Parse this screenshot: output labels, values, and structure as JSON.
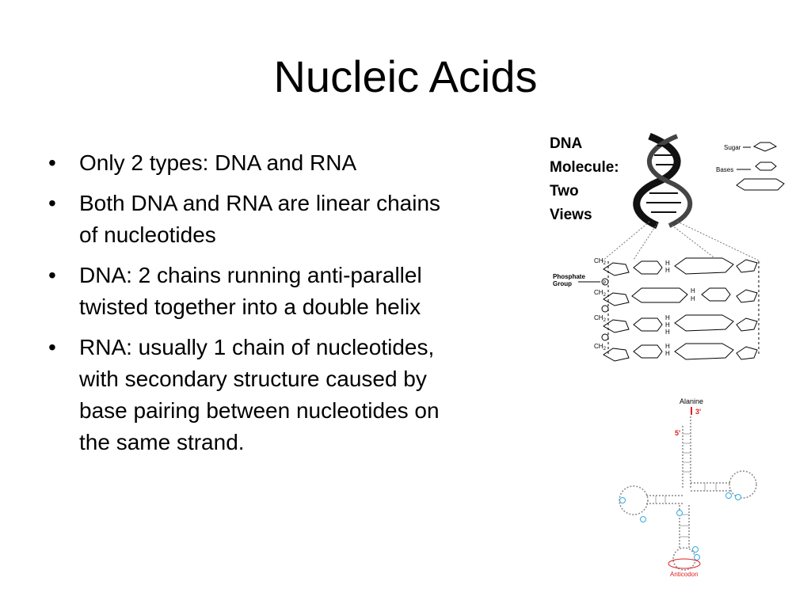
{
  "slide": {
    "title": "Nucleic Acids",
    "bullets": [
      "Only 2 types: DNA and RNA",
      "Both DNA and RNA are linear chains of nucleotides",
      "DNA: 2 chains running anti-parallel twisted together into a double helix",
      "RNA: usually 1 chain of nucleotides, with secondary structure caused by base pairing between nucleotides on the same strand."
    ]
  },
  "dna_figure": {
    "heading_lines": [
      "DNA",
      "Molecule:",
      "Two",
      "Views"
    ],
    "legend_sugar": "Sugar",
    "legend_bases": "Bases",
    "phosphate_label_line1": "Phosphate",
    "phosphate_label_line2": "Group",
    "ch2_label": "CH",
    "ch2_subscript": "2",
    "h_bond_label": "H",
    "phosphate_symbol": "P"
  },
  "trna_figure": {
    "top_label": "Alanine",
    "three_prime": "3'",
    "five_prime": "5'",
    "anticodon_label": "Anticodon"
  },
  "colors": {
    "text": "#000000",
    "trna_highlight": "#e02020",
    "trna_modified_base": "#33aadd"
  }
}
